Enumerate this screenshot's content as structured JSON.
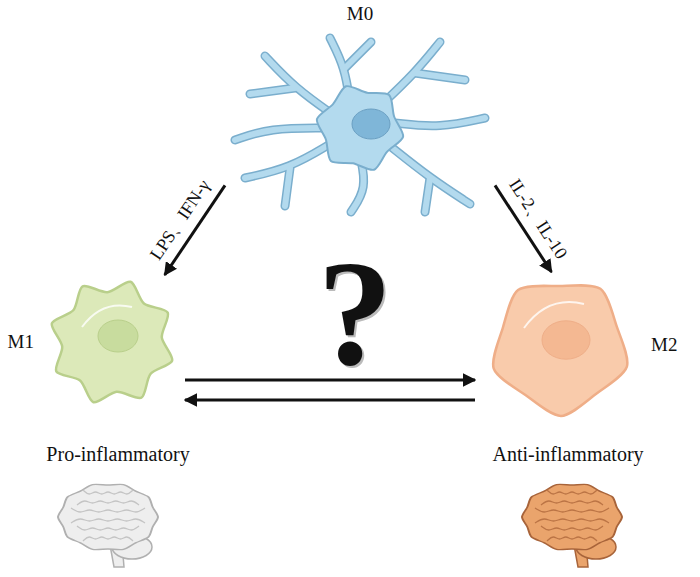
{
  "diagram": {
    "nodes": [
      {
        "text": [
          "M0"
        ]
      },
      {
        "text": [
          "M1",
          "Pro-inflammatory"
        ]
      },
      {
        "text": [
          "M2",
          "Anti-inflammatory"
        ]
      }
    ],
    "edges": [
      {
        "from": 0,
        "to": 1,
        "arrow": "to",
        "label": "LPS、IFN-γ"
      },
      {
        "from": 0,
        "to": 2,
        "arrow": "to",
        "label": "IL-2、IL-10"
      },
      {
        "from": 1,
        "to": 2,
        "arrow": "to"
      },
      {
        "from": 2,
        "to": 1,
        "arrow": "to"
      }
    ],
    "labels": [
      "?"
    ]
  }
}
